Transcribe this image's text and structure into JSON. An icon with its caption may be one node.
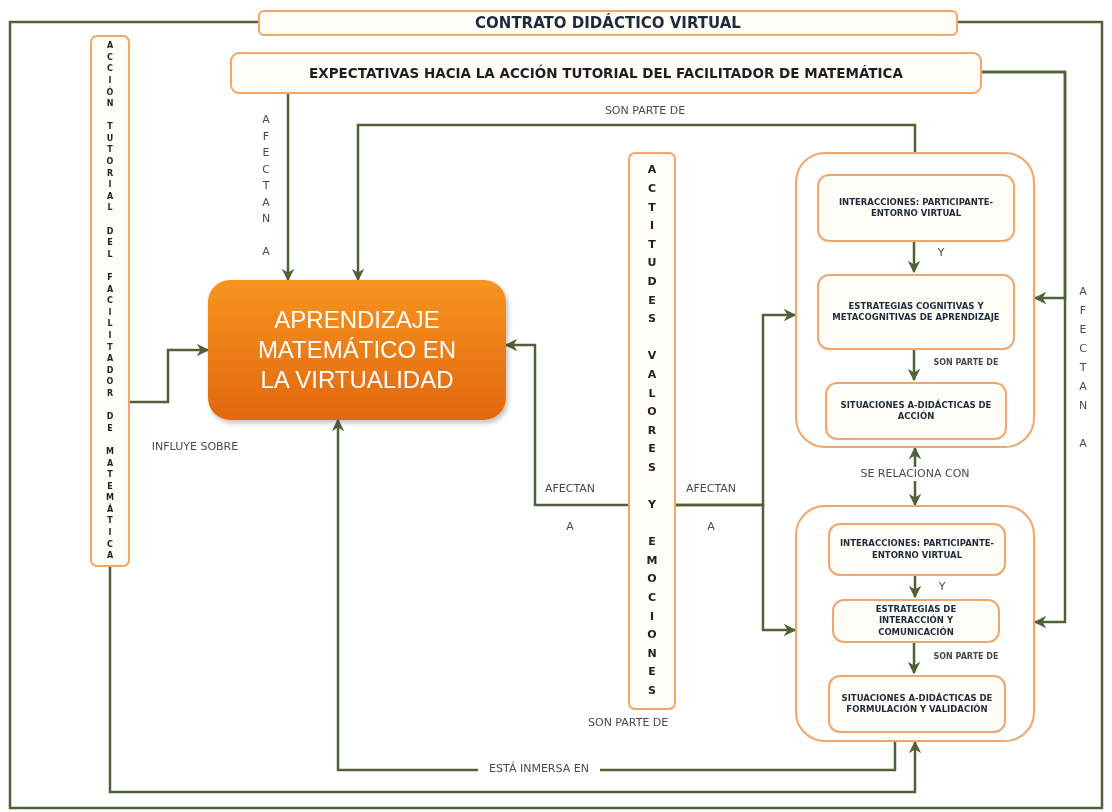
{
  "diagram": {
    "nodes": [
      {
        "text": [
          "CONTRATO DIDÁCTICO VIRTUAL"
        ]
      },
      {
        "text": [
          "ACCIÓN TUTORIAL DEL FACILITADOR DE MATEMÁTICA"
        ]
      },
      {
        "text": [
          "EXPECTATIVAS HACIA LA ACCIÓN TUTORIAL DEL FACILITADOR DE MATEMÁTICA"
        ]
      },
      {
        "text": [
          "APRENDIZAJE MATEMÁTICO EN LA VIRTUALIDAD"
        ]
      },
      {
        "text": [
          "ACTITUDES VALORES Y EMOCIONES"
        ]
      },
      {
        "text": [],
        "shape": "box"
      },
      {
        "text": [
          "INTERACCIONES: PARTICIPANTE-ENTORNO VIRTUAL"
        ],
        "in": 5
      },
      {
        "text": [
          "ESTRATEGIAS COGNITIVAS Y METACOGNITIVAS DE APRENDIZAJE"
        ],
        "in": 5
      },
      {
        "text": [
          "SITUACIONES A-DIDÁCTICAS DE ACCIÓN"
        ],
        "in": 5
      },
      {
        "text": [],
        "shape": "box"
      },
      {
        "text": [
          "INTERACCIONES: PARTICIPANTE-ENTORNO VIRTUAL"
        ],
        "in": 9
      },
      {
        "text": [
          "ESTRATEGIAS DE INTERACCIÓN Y COMUNICACIÓN"
        ],
        "in": 9
      },
      {
        "text": [
          "SITUACIONES A-DIDÁCTICAS DE FORMULACIÓN Y VALIDACIÓN"
        ],
        "in": 9
      }
    ],
    "edges": [
      {
        "from": 2,
        "to": 3,
        "arrow": "to",
        "label": "AFECTAN A"
      },
      {
        "from": 5,
        "to": 3,
        "arrow": "to",
        "label": "SON PARTE DE"
      },
      {
        "from": 1,
        "to": 3,
        "arrow": "to",
        "label": "INFLUYE SOBRE"
      },
      {
        "from": 4,
        "to": 3,
        "arrow": "to",
        "label": "AFECTAN A"
      },
      {
        "from": 4,
        "to": 5,
        "arrow": "to",
        "label": "AFECTAN A"
      },
      {
        "from": 4,
        "to": 9,
        "arrow": "to"
      },
      {
        "from": 2,
        "to": 5,
        "arrow": "to",
        "label": "AFECTAN A"
      },
      {
        "from": 2,
        "to": 9,
        "arrow": "to"
      },
      {
        "from": 6,
        "to": 7,
        "arrow": "to",
        "label": "Y"
      },
      {
        "from": 7,
        "to": 8,
        "arrow": "to",
        "label": "SON PARTE DE"
      },
      {
        "from": 5,
        "to": 9,
        "arrow": "both",
        "label": "SE RELACIONA CON"
      },
      {
        "from": 10,
        "to": 11,
        "arrow": "to",
        "label": "Y"
      },
      {
        "from": 11,
        "to": 12,
        "arrow": "to",
        "label": "SON PARTE DE"
      },
      {
        "from": 9,
        "to": 3,
        "arrow": "to",
        "label": "ESTÁ INMERSA EN"
      },
      {
        "from": 1,
        "to": 9,
        "arrow": "to"
      }
    ],
    "labels": [
      "SON PARTE DE"
    ]
  }
}
